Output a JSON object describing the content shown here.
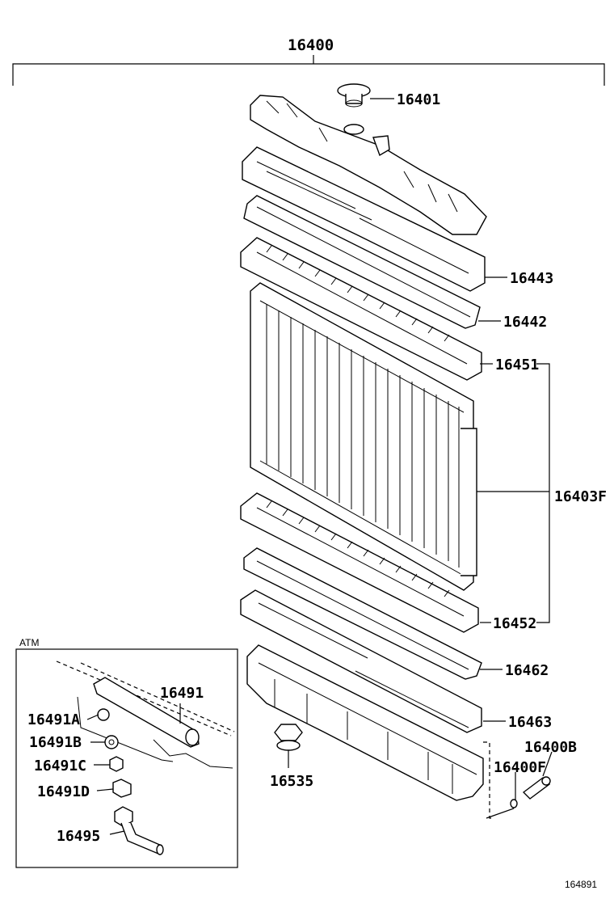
{
  "diagram": {
    "assembly_label": "16400",
    "drawing_number": "164891",
    "atm_box_label": "ATM",
    "parts": {
      "p16401": "16401",
      "p16443": "16443",
      "p16442": "16442",
      "p16451": "16451",
      "p16403F": "16403F",
      "p16452": "16452",
      "p16462": "16462",
      "p16463": "16463",
      "p16400B": "16400B",
      "p16400F": "16400F",
      "p16535": "16535",
      "p16491": "16491",
      "p16491A": "16491A",
      "p16491B": "16491B",
      "p16491C": "16491C",
      "p16491D": "16491D",
      "p16495": "16495"
    }
  }
}
